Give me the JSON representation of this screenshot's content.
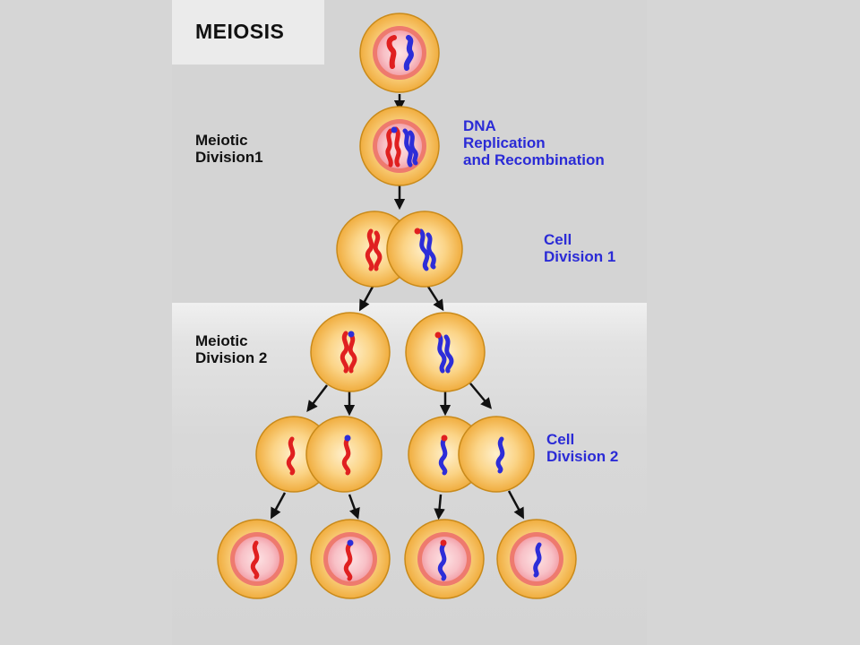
{
  "title": "MEIOSIS",
  "labels": {
    "meiotic_division_1": "Meiotic\nDivision1",
    "meiotic_division_2": "Meiotic\nDivision 2",
    "dna_replication": "DNA\nReplication\nand Recombination",
    "cell_division_1": "Cell\nDivision 1",
    "cell_division_2": "Cell\nDivision 2"
  },
  "colors": {
    "cell_outer": "#f2b347",
    "cell_outline": "#c98a1a",
    "nucleus_ring": "#ee7a6e",
    "nucleus_inner": "#f9c7cc",
    "chromosome_red": "#e02020",
    "chromosome_blue": "#2d2dd8",
    "arrow": "#111111"
  }
}
